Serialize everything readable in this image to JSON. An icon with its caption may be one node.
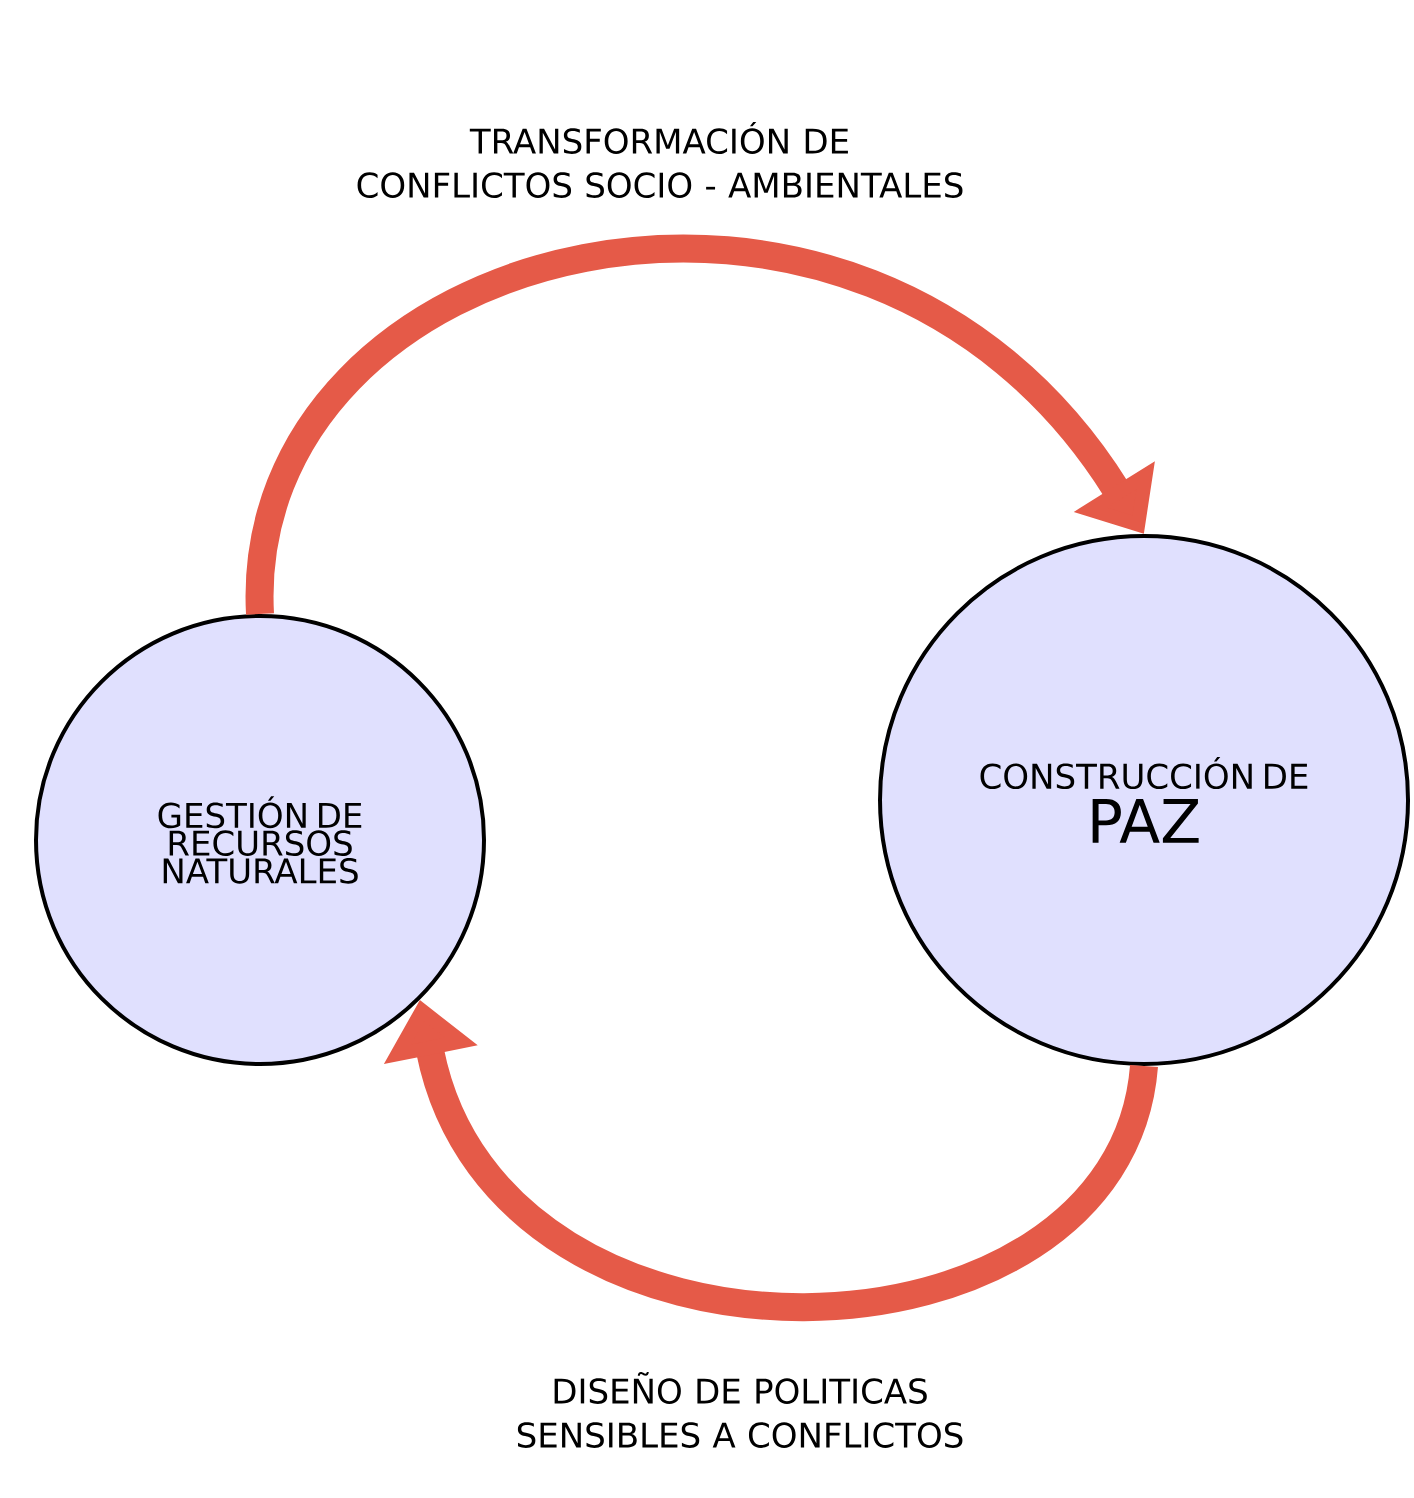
{
  "diagram": {
    "nodes": [
      {
        "text": [
          "GESTIÓN DE RECURSOS NATURALES"
        ]
      },
      {
        "text": [
          "CONSTRUCCIÓN DE",
          "PAZ"
        ]
      }
    ],
    "edges": [
      {
        "from": 0,
        "to": 1,
        "arrow": "to",
        "label": "TRANSFORMACIÓN DE CONFLICTOS SOCIO - AMBIENTALES"
      },
      {
        "from": 1,
        "to": 0,
        "arrow": "to",
        "label": "DISEÑO DE POLITICAS SENSIBLES A CONFLICTOS"
      }
    ]
  }
}
